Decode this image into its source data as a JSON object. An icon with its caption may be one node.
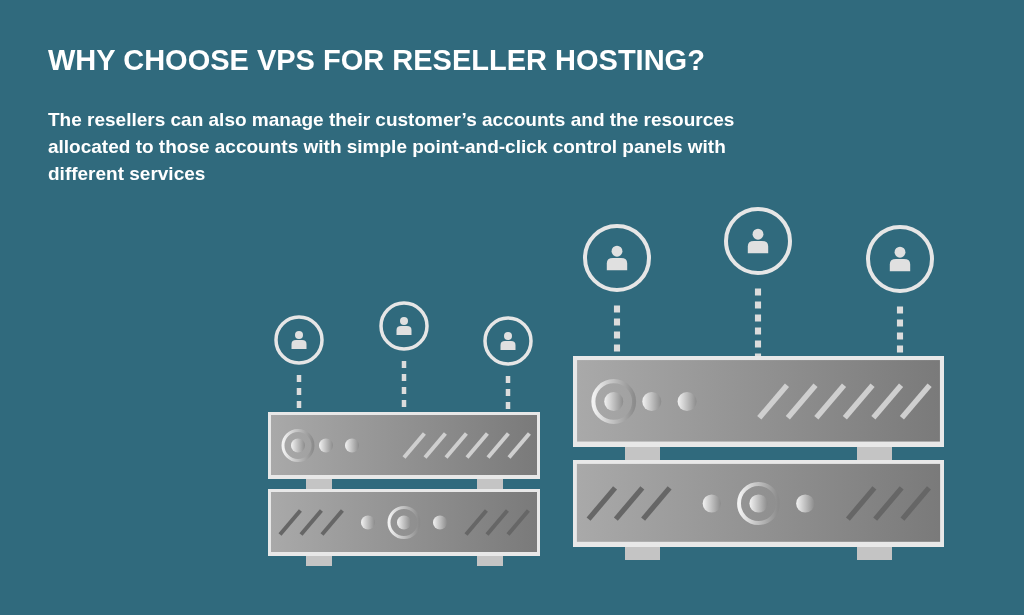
{
  "diagram": {
    "title": "WHY CHOOSE VPS FOR RESELLER HOSTING?",
    "nodes": [
      {
        "text": [],
        "shape": "circle"
      },
      {
        "text": [],
        "shape": "circle"
      },
      {
        "text": [],
        "shape": "circle"
      },
      {
        "text": [],
        "shape": "box"
      },
      {
        "text": [],
        "shape": "box"
      },
      {
        "text": [],
        "shape": "circle"
      },
      {
        "text": [],
        "shape": "circle"
      },
      {
        "text": [],
        "shape": "circle"
      },
      {
        "text": [],
        "shape": "box"
      },
      {
        "text": [],
        "shape": "box"
      }
    ],
    "edges": [
      {
        "from": 0,
        "to": 3,
        "arrow": "none",
        "style": "dashed"
      },
      {
        "from": 1,
        "to": 3,
        "arrow": "none",
        "style": "dashed"
      },
      {
        "from": 2,
        "to": 3,
        "arrow": "none",
        "style": "dashed"
      },
      {
        "from": 5,
        "to": 8,
        "arrow": "none",
        "style": "dashed"
      },
      {
        "from": 6,
        "to": 8,
        "arrow": "none",
        "style": "dashed"
      },
      {
        "from": 7,
        "to": 8,
        "arrow": "none",
        "style": "dashed"
      }
    ],
    "labels": [
      "The resellers can also manage their customer’s accounts and the resources allocated to those accounts with simple point-and-click control panels with different services"
    ]
  }
}
